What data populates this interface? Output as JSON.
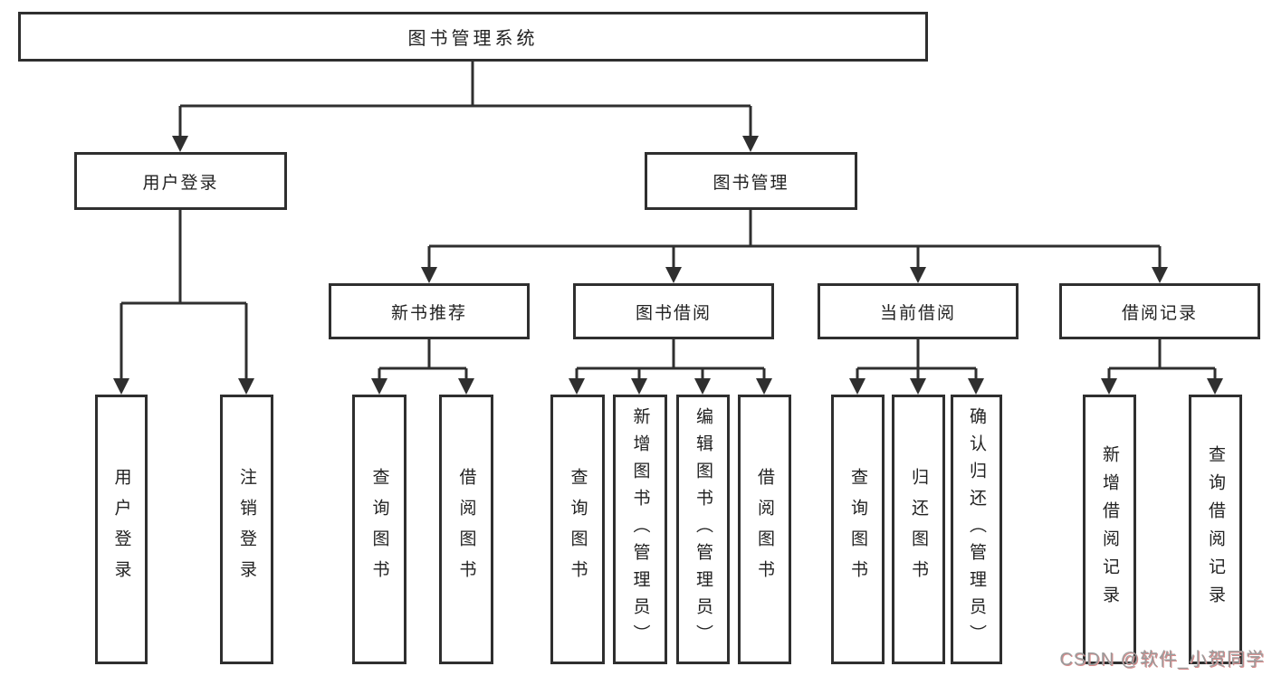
{
  "tree": {
    "root_label": "图书管理系统",
    "branches": [
      {
        "label": "用户登录",
        "leaves": [
          {
            "label": "用户登录"
          },
          {
            "label": "注销登录"
          }
        ]
      },
      {
        "label": "图书管理",
        "sections": [
          {
            "label": "新书推荐",
            "leaves": [
              {
                "label": "查询图书"
              },
              {
                "label": "借阅图书"
              }
            ]
          },
          {
            "label": "图书借阅",
            "leaves": [
              {
                "label": "查询图书"
              },
              {
                "label": "新增图书（管理员）"
              },
              {
                "label": "编辑图书（管理员）"
              },
              {
                "label": "借阅图书"
              }
            ]
          },
          {
            "label": "当前借阅",
            "leaves": [
              {
                "label": "查询图书"
              },
              {
                "label": "归还图书"
              },
              {
                "label": "确认归还（管理员）"
              }
            ]
          },
          {
            "label": "借阅记录",
            "leaves": [
              {
                "label": "新增借阅记录"
              },
              {
                "label": "查询借阅记录"
              }
            ]
          }
        ]
      }
    ]
  },
  "watermark": {
    "text": "CSDN @软件_小贺同学"
  },
  "colors": {
    "background": "#ffffff",
    "line": "#2f2f2f",
    "text": "#222222",
    "watermark": "#9b9b9b",
    "watermark_shadow": "#d98c8c"
  }
}
